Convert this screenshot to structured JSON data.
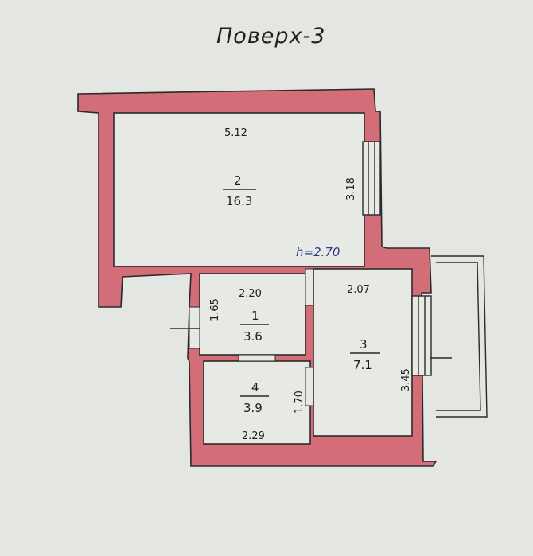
{
  "plan": {
    "title": "Поверх-3",
    "height_label": "h=2.70",
    "wall_color": "#d36e78",
    "rooms": [
      {
        "number": "2",
        "area": "16.3",
        "width": "5.12",
        "depth": "3.18"
      },
      {
        "number": "1",
        "area": "3.6",
        "width": "2.20",
        "depth": "1.65"
      },
      {
        "number": "3",
        "area": "7.1",
        "width": "2.07",
        "depth": "3.45"
      },
      {
        "number": "4",
        "area": "3.9",
        "width": "2.29",
        "depth": "1.70"
      }
    ]
  }
}
